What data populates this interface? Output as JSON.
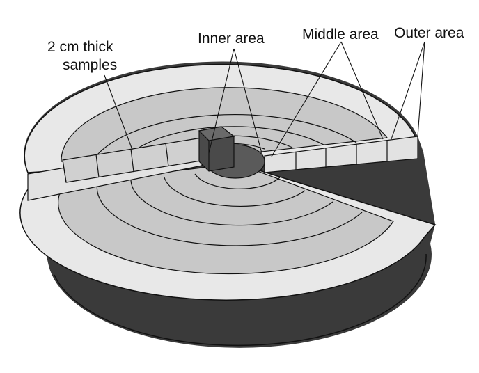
{
  "labels": {
    "samples_line1": "2 cm thick",
    "samples_line2": "samples",
    "inner": "Inner area",
    "middle": "Middle area",
    "outer": "Outer area"
  },
  "colors": {
    "background": "#ffffff",
    "outer_ring": "#e8e8e8",
    "middle_ring": "#c8c8c8",
    "inner_core": "#5a5a5a",
    "disc_edge": "#3a3a3a",
    "sample_top": "#e2e2e2",
    "sample_front": "#d0d0d0",
    "cube": "#4a4a4a",
    "line": "#111111"
  }
}
